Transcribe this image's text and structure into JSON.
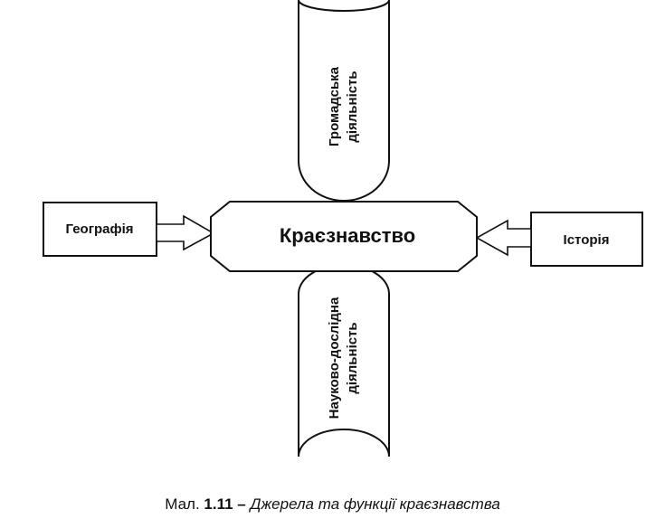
{
  "diagram": {
    "center": {
      "label": "Краєзнавство"
    },
    "left_box": {
      "label": "Географія"
    },
    "right_box": {
      "label": "Історія"
    },
    "top_scroll": {
      "line1": "Громадська",
      "line2": "діяльність"
    },
    "bottom_scroll": {
      "line1": "Науково-дослідна",
      "line2": "діяльність"
    }
  },
  "caption": {
    "prefix": "Мал.",
    "number": "1.11",
    "dash": "–",
    "title": "Джерела та функції краєзнавства"
  }
}
